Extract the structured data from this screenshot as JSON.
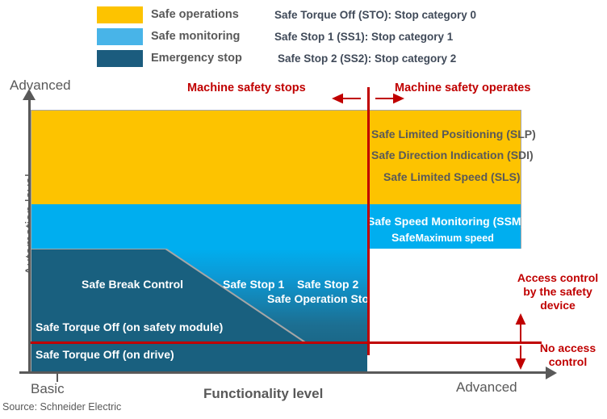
{
  "legend": {
    "items": [
      {
        "label": "Safe operations",
        "color": "#FDC300"
      },
      {
        "label": "Safe monitoring",
        "color": "#48B4E8"
      },
      {
        "label": "Emergency stop",
        "color": "#1B5C7E"
      }
    ],
    "descriptions": [
      "Safe Torque Off (STO): Stop category 0",
      "Safe Stop 1 (SS1): Stop category 1",
      "Safe Stop 2 (SS2): Stop category 2"
    ]
  },
  "header": {
    "left_label": "Machine  safety  stops",
    "right_label": "Machine  safety  operates"
  },
  "axes": {
    "y_title": "Automation level",
    "y_top": "Advanced",
    "y_bottom": "Basic",
    "x_title": "Functionality level",
    "x_left": "Basic",
    "x_right": "Advanced"
  },
  "regions": {
    "safe_operations": [
      "Safe Limited Positioning (SLP)",
      "Safe Direction Indication (SDI)",
      "Safe Limited Speed (SLS)"
    ],
    "safe_monitoring_line1": "Safe Speed Monitoring (SSM):",
    "safe_monitoring_line2_bold": "Safe",
    "safe_monitoring_line2_rest": "Maximum  speed",
    "emergency": {
      "brake": "Safe Break Control",
      "stop1": "Safe Stop 1",
      "stop2": "Safe Stop 2",
      "operation_stop": "Safe Operation Stop",
      "sto_module": "Safe Torque Off (on safety module)",
      "sto_drive": "Safe Torque Off (on drive)"
    }
  },
  "annotations": {
    "access_control": "Access  control\nby the safety\ndevice",
    "access_control_l1": "Access  control",
    "access_control_l2": "by the safety",
    "access_control_l3": "device",
    "no_access_l1": "No access",
    "no_access_l2": "control"
  },
  "source": "Source: Schneider Electric",
  "colors": {
    "yellow": "#FDC300",
    "cyan": "#00AEEF",
    "dark_blue": "#19607F",
    "red": "#C00000",
    "gray_text": "#595959"
  },
  "chart_data": {
    "type": "area",
    "title": "",
    "xlabel": "Functionality level",
    "ylabel": "Automation level",
    "xlim": [
      "Basic",
      "Advanced"
    ],
    "ylim": [
      "Basic",
      "Advanced"
    ],
    "grid": false,
    "legend_position": "top-left",
    "series": [
      {
        "name": "Safe operations",
        "color": "#FDC300",
        "band": "top",
        "y_range": [
          0.64,
          1.0
        ],
        "x_range": [
          0.0,
          1.0
        ]
      },
      {
        "name": "Safe monitoring",
        "color": "#00AEEF",
        "band": "middle",
        "y_range": [
          0.47,
          0.64
        ],
        "x_range": [
          0.0,
          1.0
        ]
      },
      {
        "name": "Emergency stop",
        "color": "#19607F",
        "band": "bottom",
        "y_range": [
          0.0,
          0.47
        ],
        "x_range": [
          0.0,
          0.686
        ]
      }
    ],
    "dividers": [
      {
        "name": "machine-safety-boundary",
        "orientation": "vertical",
        "x": 0.686,
        "color": "#C00000"
      },
      {
        "name": "access-control-boundary",
        "orientation": "horizontal",
        "y": 0.114,
        "color": "#C00000"
      },
      {
        "name": "safe-brake-diagonal",
        "from": [
          0.275,
          0.47
        ],
        "to": [
          0.554,
          0.114
        ],
        "color": "#A6A6A6"
      }
    ]
  }
}
